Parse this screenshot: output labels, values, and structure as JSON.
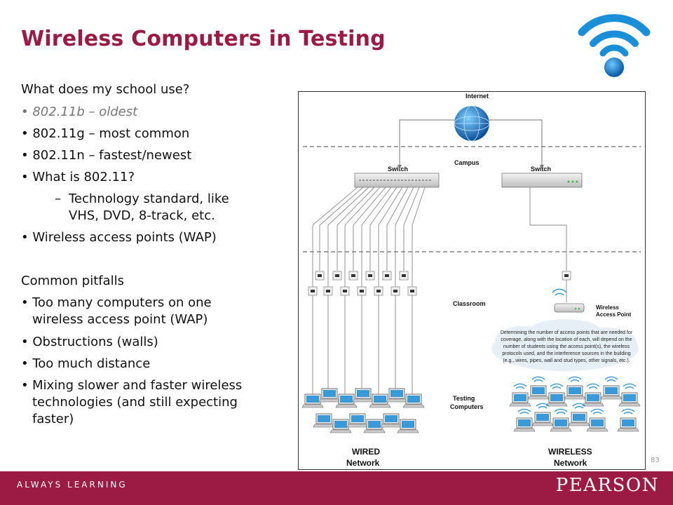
{
  "slide": {
    "title": "Wireless Computers in Testing",
    "page_number": "83"
  },
  "left": {
    "heading1": "What does my school use?",
    "items1": [
      "802.11b – oldest",
      "802.11g – most common",
      "802.11n – fastest/newest",
      "What is 802.11?"
    ],
    "sub_item_line1": "Technology standard, like",
    "sub_item_line2": "VHS, DVD, 8-track, etc.",
    "item_wap": "Wireless access points (WAP)",
    "heading2": "Common pitfalls",
    "pitfall1_line1": "Too many computers on one",
    "pitfall1_line2": "wireless access point (WAP)",
    "pitfall2": "Obstructions (walls)",
    "pitfall3": "Too much distance",
    "pitfall4_line1": "Mixing slower and faster wireless",
    "pitfall4_line2": "technologies (and still expecting",
    "pitfall4_line3": "faster)"
  },
  "diagram": {
    "internet": "Internet",
    "campus": "Campus",
    "switch_left": "Switch",
    "switch_right": "Switch",
    "classroom": "Classroom",
    "wap_line1": "Wireless",
    "wap_line2": "Access Point",
    "note_lines": [
      "Determining the number of access points that are needed for",
      "coverage, along with the location of each, will depend on the",
      "number of students using the access point(s), the wireless",
      "protocols used, and the interference sources in the building",
      "(e.g., wires, pipes, wall and stud types, other signals, etc.)."
    ],
    "testing_line1": "Testing",
    "testing_line2": "Computers",
    "wired_line1": "WIRED",
    "wired_line2": "Network",
    "wireless_line1": "WIRELESS",
    "wireless_line2": "Network"
  },
  "footer": {
    "tagline": "ALWAYS LEARNING",
    "brand": "PEARSON"
  },
  "colors": {
    "brand": "#9b1b45",
    "wifi_blue": "#1a8fd8"
  }
}
